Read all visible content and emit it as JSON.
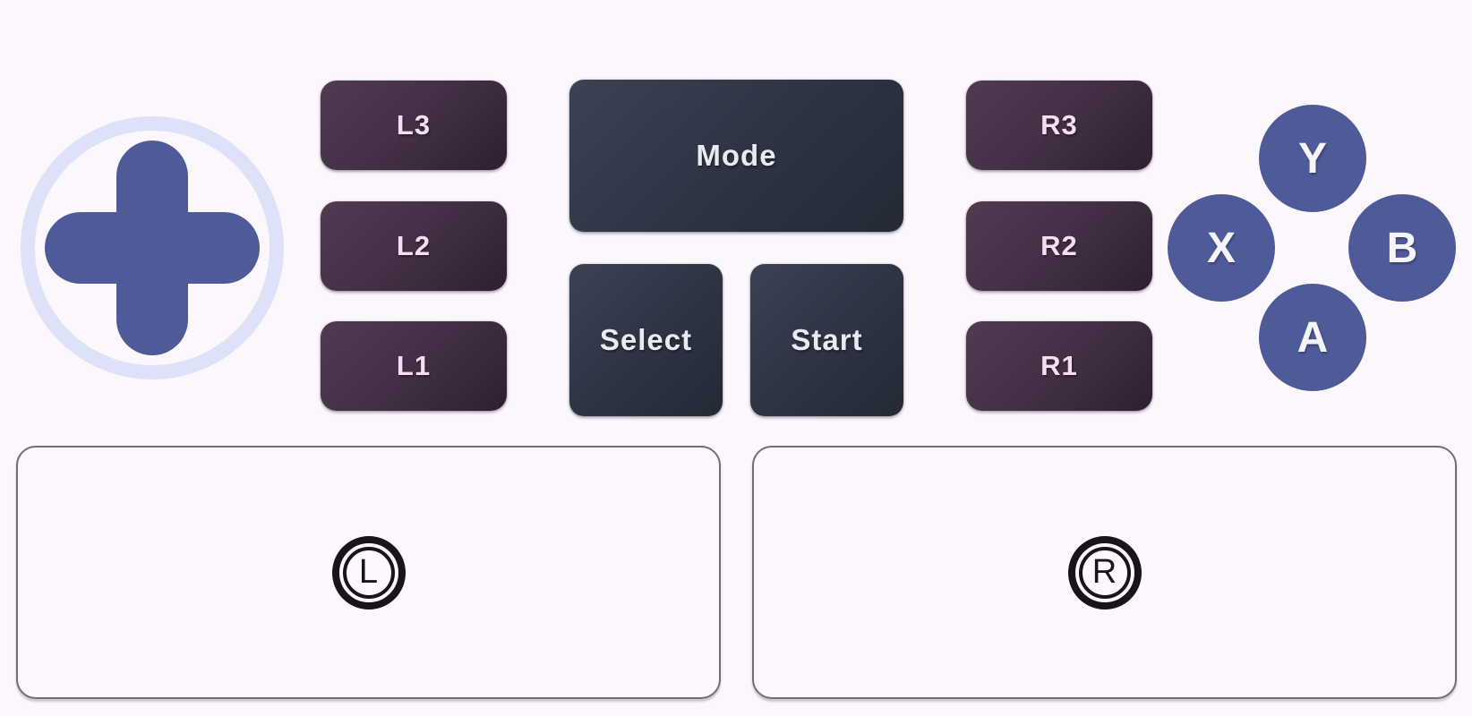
{
  "theme": {
    "background": "#fcf7fc",
    "dpad_color": "#4f5b99",
    "dpad_ring_color": "#dde2f8",
    "trigger_gradient_start": "#513a51",
    "trigger_gradient_end": "#2f1f31",
    "trigger_text_color": "#f2dff0",
    "center_gradient_start": "#3b4254",
    "center_gradient_end": "#242935",
    "center_text_color": "#e9eaf4",
    "face_button_color": "#4f5b99",
    "face_text_color": "#f6f4fb",
    "stick_panel_border": "#716e79",
    "stick_marker_color": "#17141b"
  },
  "gamepad": {
    "left_triggers": [
      {
        "label": "L3"
      },
      {
        "label": "L2"
      },
      {
        "label": "L1"
      }
    ],
    "center_buttons": {
      "mode": "Mode",
      "select": "Select",
      "start": "Start"
    },
    "right_triggers": [
      {
        "label": "R3"
      },
      {
        "label": "R2"
      },
      {
        "label": "R1"
      }
    ],
    "face_buttons": {
      "top": "Y",
      "left": "X",
      "right": "B",
      "bottom": "A"
    },
    "sticks": {
      "left_label": "L",
      "right_label": "R"
    }
  }
}
